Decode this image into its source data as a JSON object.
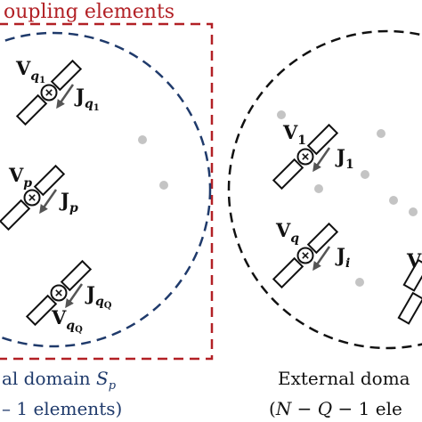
{
  "header": {
    "coupling_label": "oupling elements"
  },
  "domains": {
    "left": {
      "line1": "al domain ",
      "symbol": "S",
      "subscript": "p",
      "line2": "– 1 elements)"
    },
    "right": {
      "line1": "External doma",
      "line2_open": "(",
      "N": "N",
      "minus1": " − ",
      "Q": "Q",
      "tail": " − 1 ele"
    }
  },
  "elements": {
    "q1": {
      "V": "V",
      "V_sub": "q",
      "V_subsub": "1",
      "J": "J",
      "J_sub": "q",
      "J_subsub": "1"
    },
    "p": {
      "V": "V",
      "V_sub": "p",
      "J": "J",
      "J_sub": "p"
    },
    "qQ": {
      "V": "V",
      "V_sub": "q",
      "V_subsub": "Q",
      "J": "J",
      "J_sub": "q",
      "J_subsub": "Q"
    },
    "one": {
      "V": "V",
      "V_sub": "1",
      "J": "J",
      "J_sub": "1"
    },
    "q": {
      "V": "V",
      "V_sub": "q",
      "J": "J",
      "J_sub": "i"
    },
    "edge": {
      "V": "V"
    }
  },
  "colors": {
    "coupling": "#b22025",
    "left_domain": "#1f3a6b",
    "right_domain": "#111111",
    "dots": "#c4c4c4",
    "antenna": "#111111",
    "current_arrow": "#555555"
  }
}
